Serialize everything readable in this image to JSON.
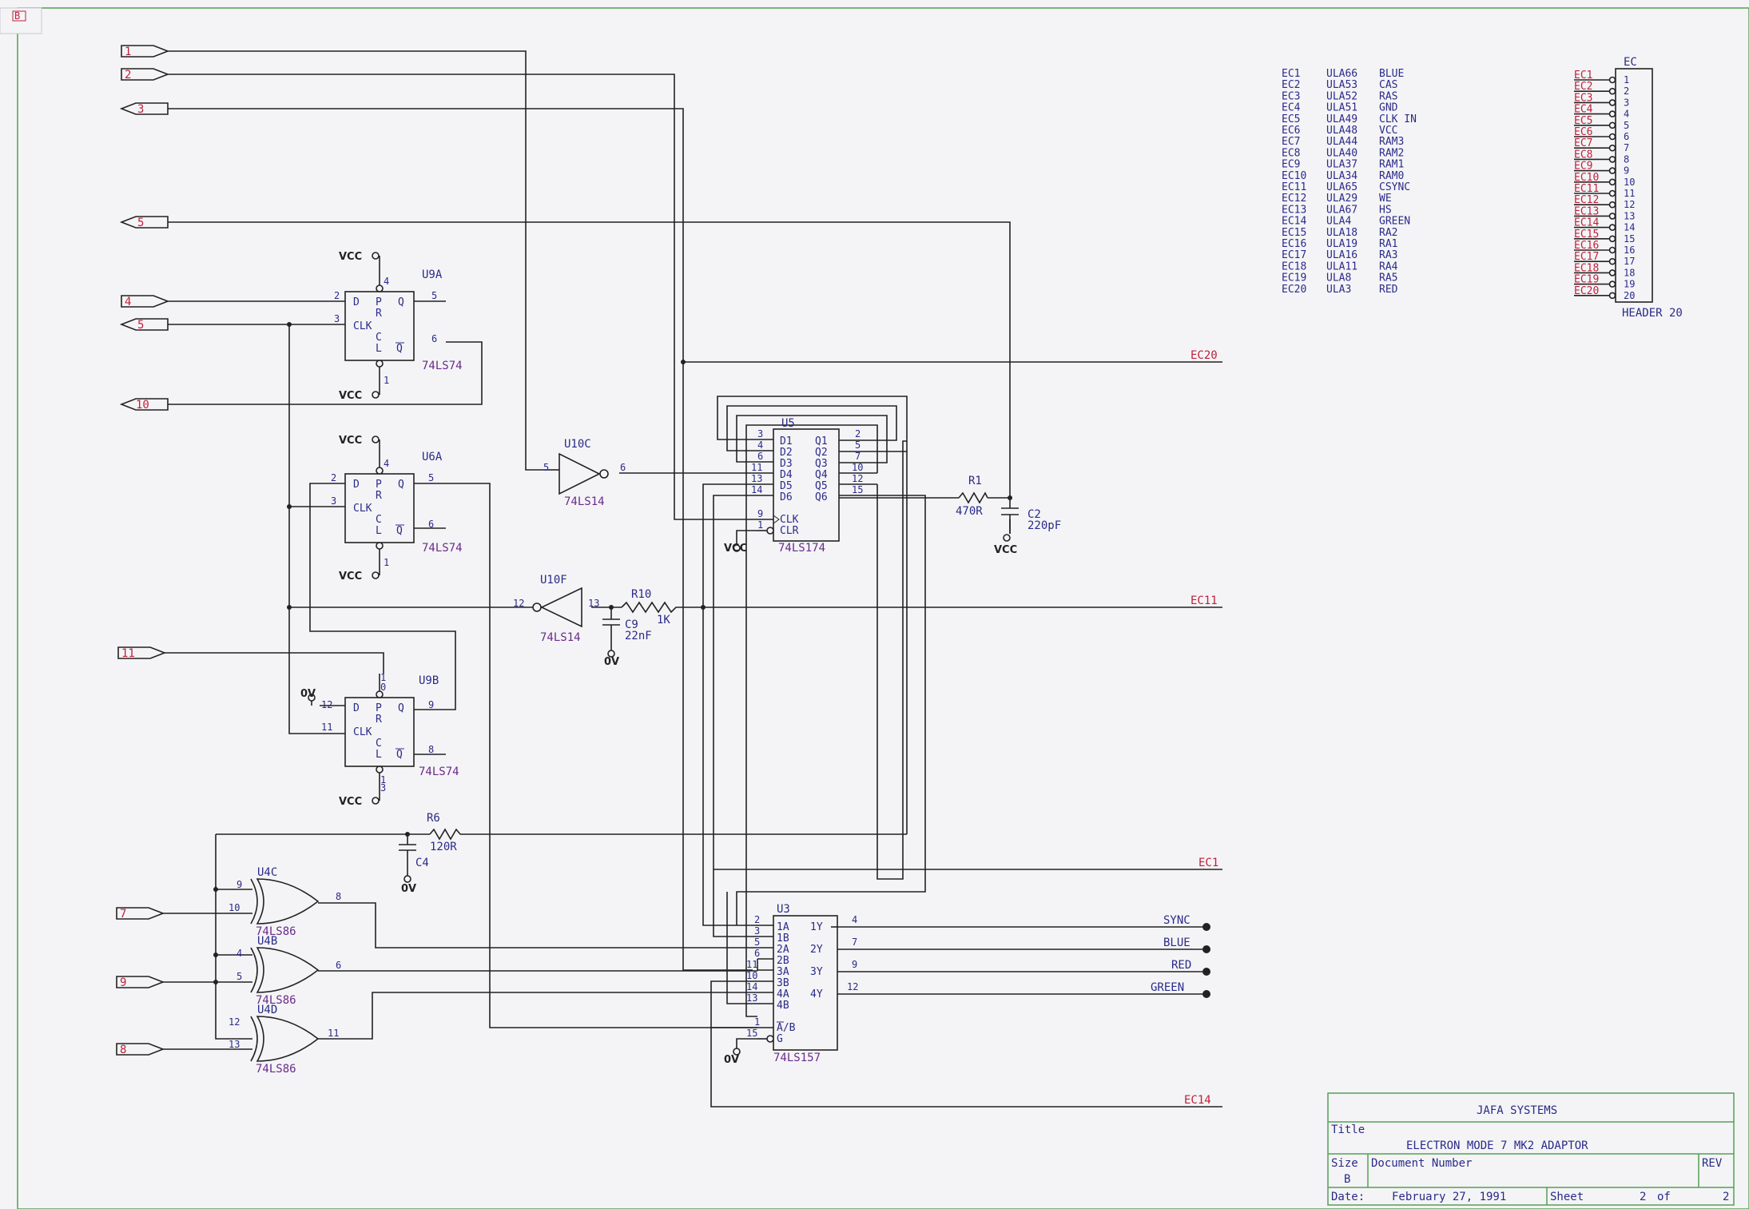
{
  "sheet_corner": "B",
  "ports": [
    "1",
    "2",
    "3",
    "5",
    "4",
    "5",
    "10",
    "11",
    "7",
    "9",
    "8"
  ],
  "components": {
    "U9A": {
      "ref": "U9A",
      "part": "74LS74"
    },
    "U6A": {
      "ref": "U6A",
      "part": "74LS74"
    },
    "U9B": {
      "ref": "U9B",
      "part": "74LS74"
    },
    "U10C": {
      "ref": "U10C",
      "part": "74LS14"
    },
    "U10F": {
      "ref": "U10F",
      "part": "74LS14"
    },
    "U5": {
      "ref": "U5",
      "part": "74LS174"
    },
    "U3": {
      "ref": "U3",
      "part": "74LS157"
    },
    "U4C": {
      "ref": "U4C",
      "part": "74LS86"
    },
    "U4B": {
      "ref": "U4B",
      "part": "74LS86"
    },
    "U4D": {
      "ref": "U4D",
      "part": "74LS86"
    },
    "R1": {
      "ref": "R1",
      "value": "470R"
    },
    "C2": {
      "ref": "C2",
      "value": "220pF"
    },
    "R10": {
      "ref": "R10",
      "value": "1K"
    },
    "C9": {
      "ref": "C9",
      "value": "22nF"
    },
    "R6": {
      "ref": "R6",
      "value": "120R"
    },
    "C4": {
      "ref": "C4",
      "value": ""
    }
  },
  "power": {
    "vcc": "VCC",
    "gnd": "0V"
  },
  "nets": {
    "ec20": "EC20",
    "ec11": "EC11",
    "ec1": "EC1",
    "ec14": "EC14"
  },
  "outputs": [
    "SYNC",
    "BLUE",
    "RED",
    "GREEN"
  ],
  "ec_table": [
    [
      "EC1",
      "ULA66",
      "BLUE"
    ],
    [
      "EC2",
      "ULA53",
      "CAS"
    ],
    [
      "EC3",
      "ULA52",
      "RAS"
    ],
    [
      "EC4",
      "ULA51",
      "GND"
    ],
    [
      "EC5",
      "ULA49",
      "CLK IN"
    ],
    [
      "EC6",
      "ULA48",
      "VCC"
    ],
    [
      "EC7",
      "ULA44",
      "RAM3"
    ],
    [
      "EC8",
      "ULA40",
      "RAM2"
    ],
    [
      "EC9",
      "ULA37",
      "RAM1"
    ],
    [
      "EC10",
      "ULA34",
      "RAM0"
    ],
    [
      "EC11",
      "ULA65",
      "CSYNC"
    ],
    [
      "EC12",
      "ULA29",
      "WE"
    ],
    [
      "EC13",
      "ULA67",
      "HS"
    ],
    [
      "EC14",
      "ULA4",
      "GREEN"
    ],
    [
      "EC15",
      "ULA18",
      "RA2"
    ],
    [
      "EC16",
      "ULA19",
      "RA1"
    ],
    [
      "EC17",
      "ULA16",
      "RA3"
    ],
    [
      "EC18",
      "ULA11",
      "RA4"
    ],
    [
      "EC19",
      "ULA8",
      "RA5"
    ],
    [
      "EC20",
      "ULA3",
      "RED"
    ]
  ],
  "header": {
    "ref": "EC",
    "name": "HEADER 20"
  },
  "title_block": {
    "company": "JAFA SYSTEMS",
    "title_label": "Title",
    "title": "ELECTRON MODE 7 MK2 ADAPTOR",
    "size_label": "Size",
    "size": "B",
    "docnum_label": "Document Number",
    "rev_label": "REV",
    "date_label": "Date:",
    "date": "February 27, 1991",
    "sheet_label": "Sheet",
    "sheet_num": "2",
    "of_label": "of",
    "sheet_total": "2"
  },
  "colors": {
    "wire": "#222222",
    "label": "#2a2a8a",
    "part": "#6a2a8a",
    "net": "#c0203a",
    "border": "#55a055"
  }
}
